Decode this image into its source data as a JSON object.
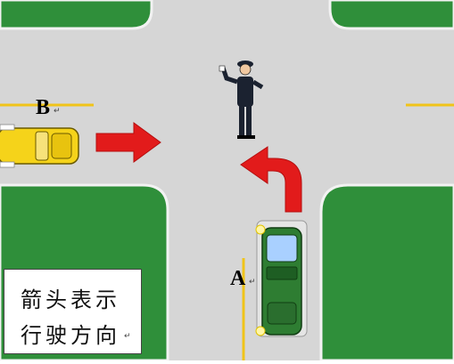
{
  "scene": {
    "label_a": "A",
    "label_b": "B",
    "paragraph_mark": "↵",
    "legend": {
      "line1": "箭头表示",
      "line2": "行驶方向"
    }
  },
  "colors": {
    "road": "#d6d6d6",
    "grass": "#2f8f3a",
    "grass_edge": "#f2f2f2",
    "lane_yellow": "#f0c419",
    "arrow_red": "#e21b1b",
    "car_a_green": "#2e7d32",
    "car_b_yellow": "#f5d31a",
    "police_dark": "#1b2230"
  },
  "icons": {
    "officer": "traffic-police-officer-icon",
    "car_a": "green-car-icon",
    "car_b": "yellow-car-icon",
    "arrow_left_turn": "left-turn-arrow-icon",
    "arrow_straight": "straight-arrow-icon"
  }
}
